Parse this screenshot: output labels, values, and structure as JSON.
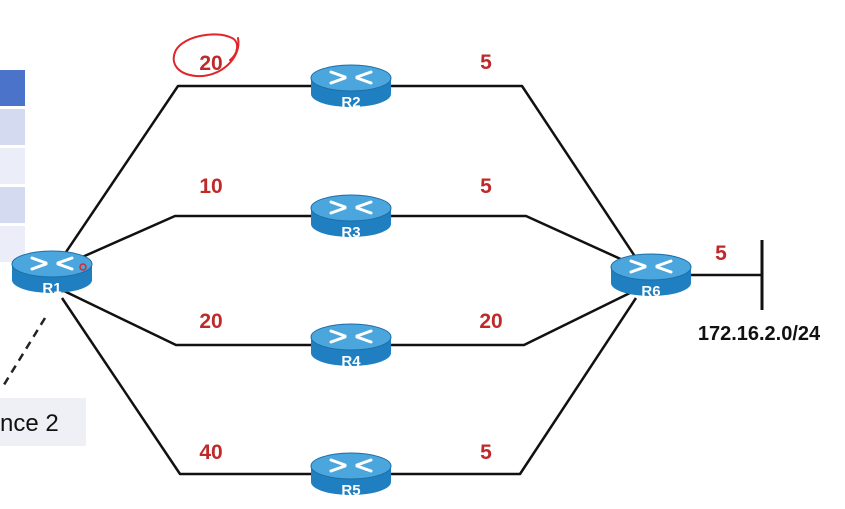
{
  "routers": {
    "r1": "R1",
    "r2": "R2",
    "r3": "R3",
    "r4": "R4",
    "r5": "R5",
    "r6": "R6"
  },
  "costs": {
    "r1_r2": "20",
    "r2_r6": "5",
    "r1_r3": "10",
    "r3_r6": "5",
    "r1_r4": "20",
    "r4_r6": "20",
    "r1_r5": "40",
    "r5_r6": "5",
    "r6_network": "5"
  },
  "network": {
    "prefix": "172.16.2.0/24"
  },
  "caption": {
    "text": "nce 2"
  },
  "colors": {
    "cost_label": "#c0292a",
    "annotation_circle": "#e0262b",
    "router_body": "#1f7fc1",
    "router_top": "#4aa6dd",
    "line": "#111111",
    "table_header": "#4a73c9",
    "table_row_a": "#d4daf0",
    "table_row_b": "#ebeef8"
  }
}
